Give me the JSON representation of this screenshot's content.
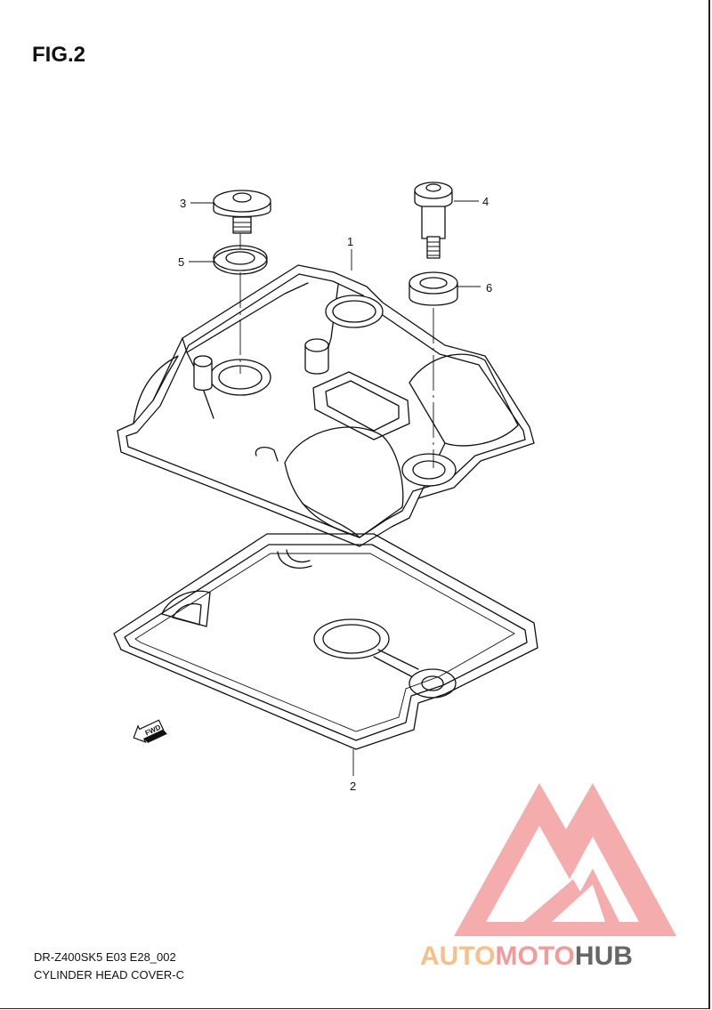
{
  "figure": {
    "title": "FIG.2",
    "model_code": "DR-Z400SK5 E03 E28_002",
    "caption": "CYLINDER HEAD COVER-C"
  },
  "callouts": [
    {
      "id": "part-1",
      "number": "1"
    },
    {
      "id": "part-2",
      "number": "2"
    },
    {
      "id": "part-3",
      "number": "3"
    },
    {
      "id": "part-4",
      "number": "4"
    },
    {
      "id": "part-5",
      "number": "5"
    },
    {
      "id": "part-6",
      "number": "6"
    }
  ],
  "direction_arrow": {
    "label": "FWD",
    "icon": "forward-arrow-icon"
  },
  "watermark": {
    "icon": "automotohub-logo-icon",
    "word_auto": "AUTO",
    "word_moto": "MOTO",
    "word_hub": "HUB",
    "colors": {
      "auto": "#f5c08a",
      "moto": "#f39a9a",
      "hub": "#666666",
      "triangle": "#f28c8c"
    }
  }
}
